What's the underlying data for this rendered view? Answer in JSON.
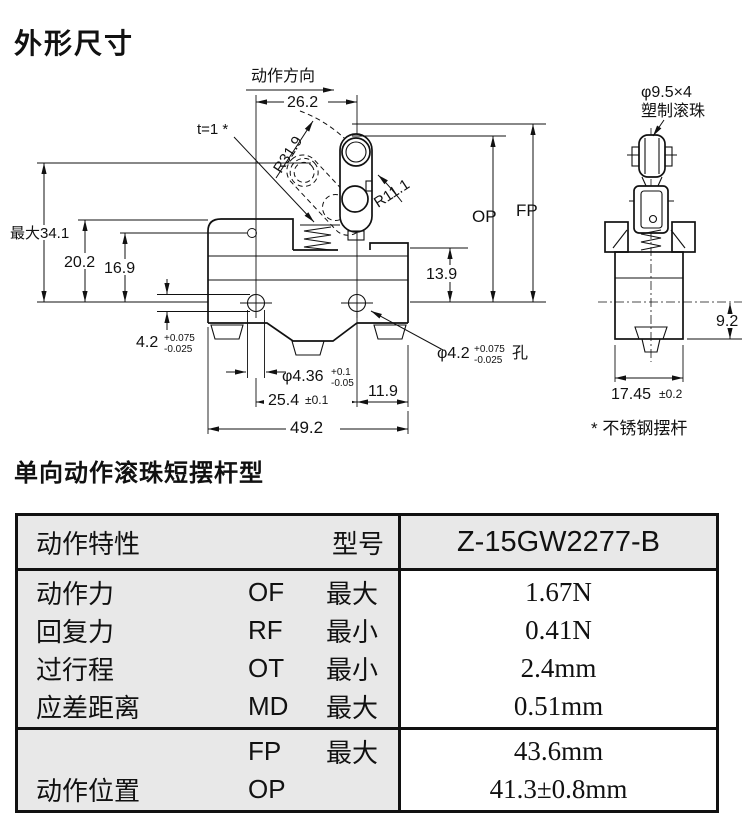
{
  "page": {
    "title": "外形尺寸",
    "section_heading": "单向动作滚珠短摆杆型"
  },
  "drawing": {
    "action_direction": "动作方向",
    "front": {
      "dim_26_2": "26.2",
      "t_note": "t=1 *",
      "radius_lever": "R31.9",
      "radius_roller": "R11.1",
      "max_height": "最大34.1",
      "dim_20_2": "20.2",
      "dim_16_9": "16.9",
      "dim_13_9": "13.9",
      "op_label": "OP",
      "fp_label": "FP",
      "hole_dia": "4.2",
      "hole_tol_plus": "+0.075",
      "hole_tol_minus": "-0.025",
      "hole_note_dia": "φ4.2",
      "hole_note_tol_plus": "+0.075",
      "hole_note_tol_minus": "-0.025",
      "hole_note_suffix": "孔",
      "screw_hole_dia": "φ4.36",
      "screw_hole_tol_plus": "+0.1",
      "screw_hole_tol_minus": "-0.05",
      "dim_25_4": "25.4",
      "dim_25_4_tol": "±0.1",
      "dim_11_9": "11.9",
      "dim_49_2": "49.2"
    },
    "side": {
      "roller_note_line1": "φ9.5×4",
      "roller_note_line2": "塑制滚珠",
      "dim_9_2": "9.2",
      "dim_17_45": "17.45",
      "dim_17_45_tol": "±0.2",
      "footnote": "* 不锈钢摆杆"
    }
  },
  "table": {
    "header": {
      "characteristic": "动作特性",
      "model_label": "型号",
      "model": "Z-15GW2277-B"
    },
    "rows": [
      {
        "name": "动作力",
        "code": "OF",
        "qualifier": "最大",
        "value": "1.67N"
      },
      {
        "name": "回复力",
        "code": "RF",
        "qualifier": "最小",
        "value": "0.41N"
      },
      {
        "name": "过行程",
        "code": "OT",
        "qualifier": "最小",
        "value": "2.4mm"
      },
      {
        "name": "应差距离",
        "code": "MD",
        "qualifier": "最大",
        "value": "0.51mm"
      }
    ],
    "position": {
      "name": "动作位置",
      "fp_code": "FP",
      "fp_qualifier": "最大",
      "fp_value": "43.6mm",
      "op_code": "OP",
      "op_value": "41.3±0.8mm"
    }
  }
}
